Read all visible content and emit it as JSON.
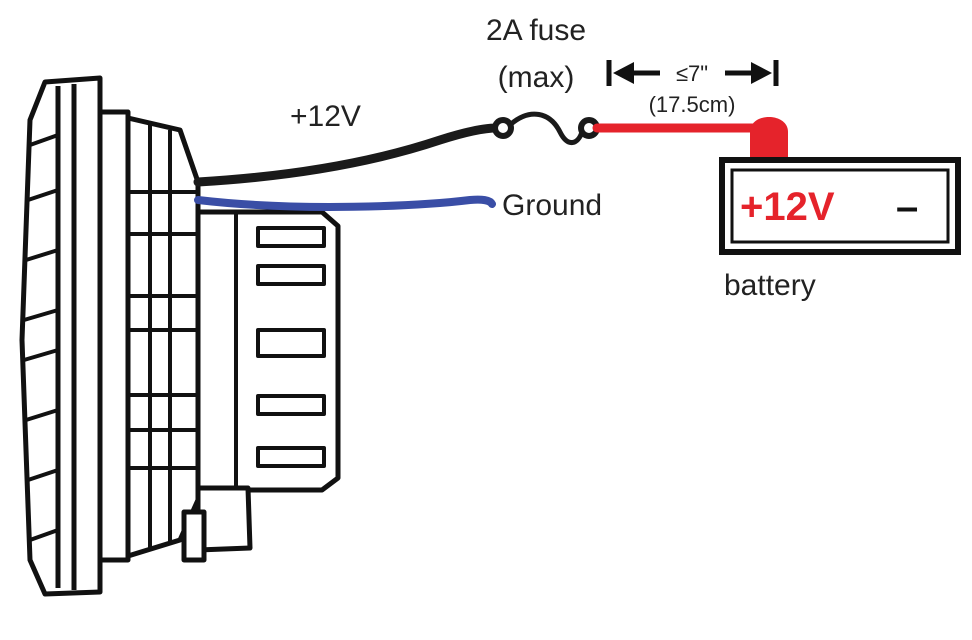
{
  "labels": {
    "fuse_rating": "2A fuse",
    "fuse_max": "(max)",
    "distance_imperial": "≤7\"",
    "distance_metric": "(17.5cm)",
    "positive_wire": "+12V",
    "ground_wire": "Ground",
    "battery_positive": "+12V",
    "battery_negative": "–",
    "battery": "battery"
  },
  "colors": {
    "positive_wire": "#1a1a1a",
    "ground_wire": "#3a4ea6",
    "fused_wire": "#e5232b",
    "battery_positive_terminal": "#e5232b",
    "outline": "#111111"
  }
}
